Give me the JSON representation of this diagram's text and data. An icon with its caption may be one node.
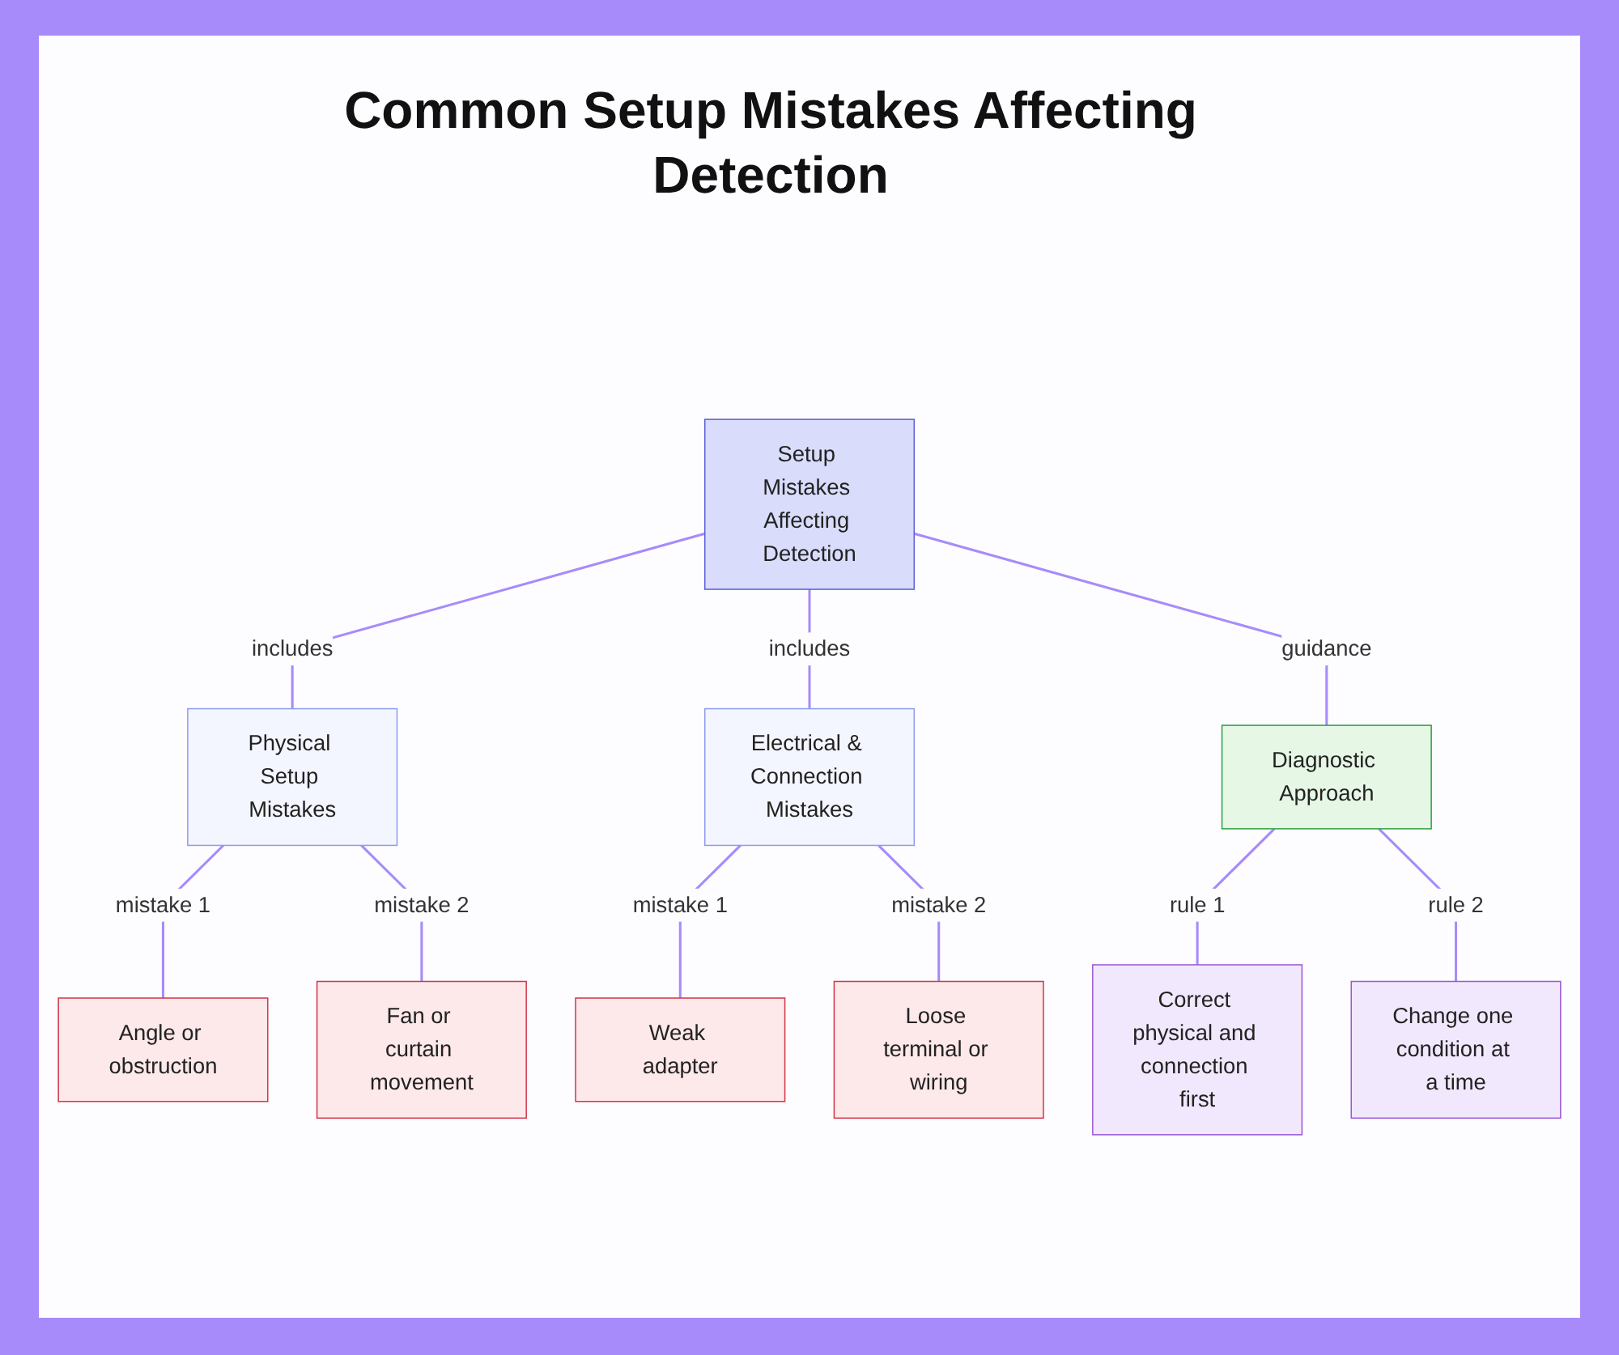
{
  "diagram": {
    "title": "Common Setup Mistakes Affecting Detection",
    "nodes": [
      {
        "text": [
          "Setup Mistakes Affecting Detection"
        ]
      },
      {
        "text": [
          "Physical Setup Mistakes"
        ]
      },
      {
        "text": [
          "Electrical & Connection Mistakes"
        ]
      },
      {
        "text": [
          "Diagnostic Approach"
        ]
      },
      {
        "text": [
          "Angle or obstruction"
        ]
      },
      {
        "text": [
          "Fan or curtain movement"
        ]
      },
      {
        "text": [
          "Weak adapter"
        ]
      },
      {
        "text": [
          "Loose terminal or wiring"
        ]
      },
      {
        "text": [
          "Correct physical and connection first"
        ]
      },
      {
        "text": [
          "Change one condition at a time"
        ]
      }
    ],
    "edges": [
      {
        "from": 0,
        "to": 1,
        "label": "includes",
        "arrow": "none"
      },
      {
        "from": 0,
        "to": 2,
        "label": "includes",
        "arrow": "none"
      },
      {
        "from": 0,
        "to": 3,
        "label": "guidance",
        "arrow": "none"
      },
      {
        "from": 1,
        "to": 4,
        "label": "mistake 1",
        "arrow": "none"
      },
      {
        "from": 1,
        "to": 5,
        "label": "mistake 2",
        "arrow": "none"
      },
      {
        "from": 2,
        "to": 6,
        "label": "mistake 1",
        "arrow": "none"
      },
      {
        "from": 2,
        "to": 7,
        "label": "mistake 2",
        "arrow": "none"
      },
      {
        "from": 3,
        "to": 8,
        "label": "rule 1",
        "arrow": "none"
      },
      {
        "from": 3,
        "to": 9,
        "label": "rule 2",
        "arrow": "none"
      }
    ]
  }
}
